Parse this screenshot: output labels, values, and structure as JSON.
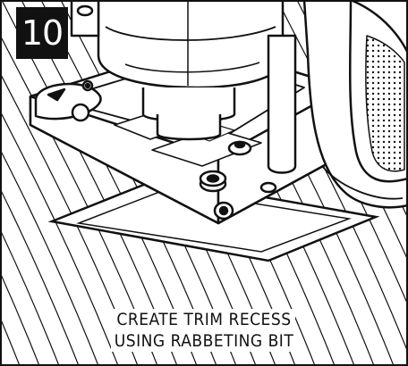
{
  "step": {
    "number": "10"
  },
  "caption": {
    "line1": "CREATE TRIM RECESS",
    "line2": "USING RABBETING BIT"
  },
  "colors": {
    "ink": "#111111",
    "paper": "#ffffff"
  }
}
